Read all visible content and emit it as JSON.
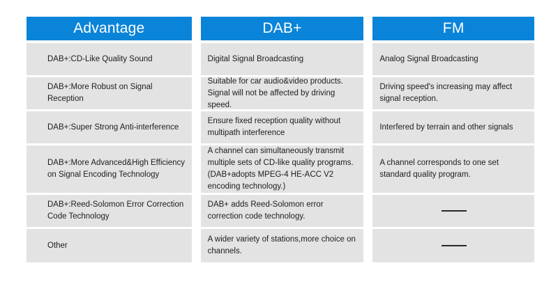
{
  "table": {
    "columns": [
      {
        "key": "advantage",
        "header": "Advantage",
        "header_bg": "#0a84d8",
        "header_color": "#ffffff",
        "cells": [
          "DAB+:CD-Like Quality Sound",
          "DAB+:More Robust on Signal Reception",
          "DAB+:Super Strong Anti-interference",
          "DAB+:More Advanced&High Efficiency on Signal Encoding Technology",
          "DAB+:Reed-Solomon Error Correction Code Technology",
          "Other"
        ]
      },
      {
        "key": "dabplus",
        "header": "DAB+",
        "header_bg": "#0a84d8",
        "header_color": "#ffffff",
        "cells": [
          "Digital Signal Broadcasting",
          "Suitable for car audio&video products. Signal will not be affected by driving speed.",
          "Ensure fixed reception quality without multipath interference",
          "A channel can simultaneously transmit multiple sets of CD-like quality programs. (DAB+adopts MPEG-4 HE-ACC V2 encoding technology.)",
          "DAB+ adds Reed-Solomon error correction code technology.",
          "A wider variety of stations,more choice on channels."
        ]
      },
      {
        "key": "fm",
        "header": "FM",
        "header_bg": "#0a84d8",
        "header_color": "#ffffff",
        "cells": [
          "Analog Signal Broadcasting",
          "Driving speed's increasing may affect signal reception.",
          "Interfered by terrain and other signals",
          "A channel corresponds to one set standard quality program.",
          "",
          ""
        ],
        "placeholder_rows": [
          4,
          5
        ],
        "placeholder_symbol": "dash-line"
      }
    ],
    "row_count": 6,
    "cell_bg": "#e3e3e3",
    "cell_text_color": "#1d1d1d",
    "page_bg": "#ffffff"
  }
}
